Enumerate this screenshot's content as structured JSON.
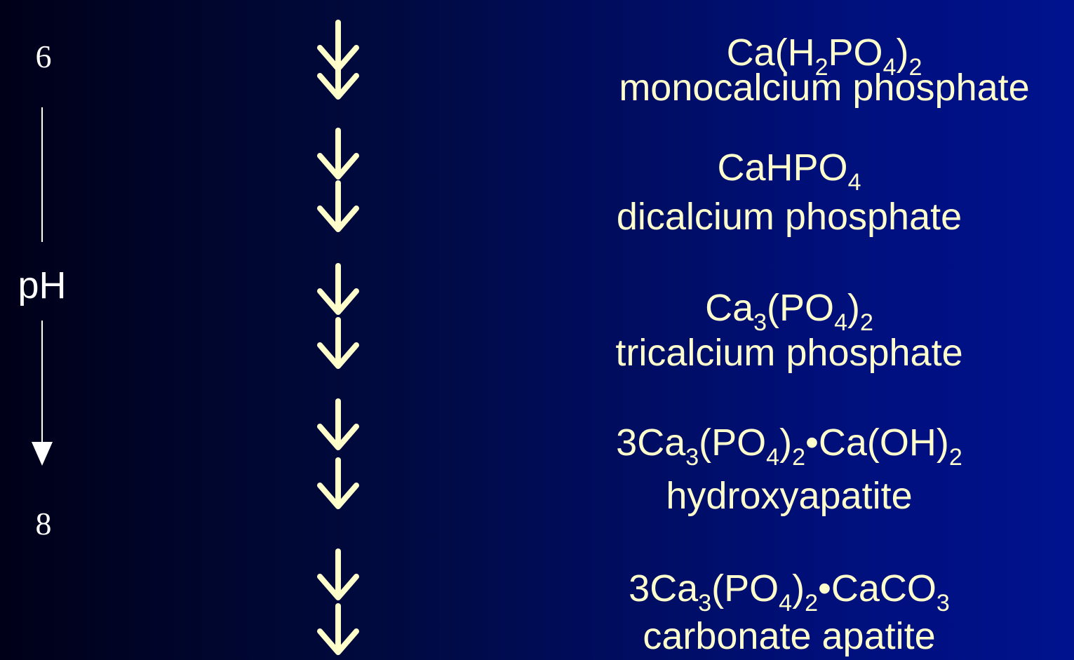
{
  "scale": {
    "top_value": "6",
    "label": "pH",
    "bottom_value": "8"
  },
  "compounds": [
    {
      "formula": [
        {
          "t": "Ca(H",
          "sub": false
        },
        {
          "t": "2",
          "sub": true
        },
        {
          "t": "PO",
          "sub": false
        },
        {
          "t": "4",
          "sub": true
        },
        {
          "t": ")",
          "sub": false
        },
        {
          "t": "2",
          "sub": true
        }
      ],
      "name": "monocalcium phosphate"
    },
    {
      "formula": [
        {
          "t": "CaHPO",
          "sub": false
        },
        {
          "t": "4",
          "sub": true
        }
      ],
      "name": "dicalcium phosphate"
    },
    {
      "formula": [
        {
          "t": "Ca",
          "sub": false
        },
        {
          "t": "3",
          "sub": true
        },
        {
          "t": "(PO",
          "sub": false
        },
        {
          "t": "4",
          "sub": true
        },
        {
          "t": ")",
          "sub": false
        },
        {
          "t": "2",
          "sub": true
        }
      ],
      "name": "tricalcium phosphate"
    },
    {
      "formula": [
        {
          "t": "3Ca",
          "sub": false
        },
        {
          "t": "3",
          "sub": true
        },
        {
          "t": "(PO",
          "sub": false
        },
        {
          "t": "4",
          "sub": true
        },
        {
          "t": ")",
          "sub": false
        },
        {
          "t": "2",
          "sub": true
        },
        {
          "t": "•Ca(OH)",
          "sub": false
        },
        {
          "t": "2",
          "sub": true
        }
      ],
      "name": "hydroxyapatite"
    },
    {
      "formula": [
        {
          "t": "3Ca",
          "sub": false
        },
        {
          "t": "3",
          "sub": true
        },
        {
          "t": "(PO",
          "sub": false
        },
        {
          "t": "4",
          "sub": true
        },
        {
          "t": ")",
          "sub": false
        },
        {
          "t": "2",
          "sub": true
        },
        {
          "t": "•CaCO",
          "sub": false
        },
        {
          "t": "3",
          "sub": true
        }
      ],
      "name": "carbonate apatite"
    }
  ],
  "colors": {
    "text": "#ffffcc",
    "scale": "#ffffff",
    "background_left": "#000018",
    "background_right": "#00128e"
  },
  "icons": {
    "arrow": "down-arrow-icon"
  }
}
